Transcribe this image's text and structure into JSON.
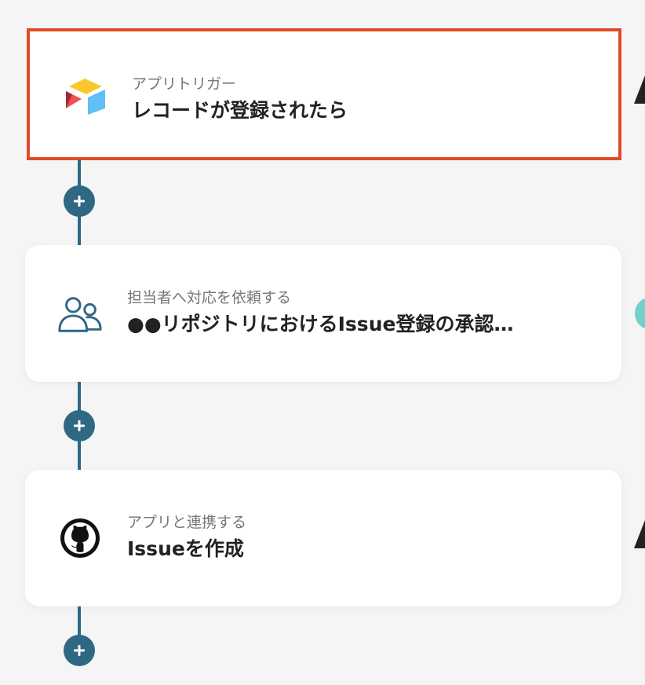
{
  "flow": {
    "steps": [
      {
        "label": "アプリトリガー",
        "title": "レコードが登録されたら",
        "icon": "airtable-icon",
        "selected": true
      },
      {
        "label": "担当者へ対応を依頼する",
        "title": "●●リポジトリにおけるIssue登録の承認…",
        "icon": "users-icon",
        "selected": false
      },
      {
        "label": "アプリと連携する",
        "title": "Issueを作成",
        "icon": "github-icon",
        "selected": false
      }
    ],
    "add_button_icon": "plus-icon"
  },
  "colors": {
    "connector": "#2e6883",
    "selected_border": "#e34a2a",
    "card_background": "#ffffff",
    "page_background": "#f5f5f5"
  }
}
